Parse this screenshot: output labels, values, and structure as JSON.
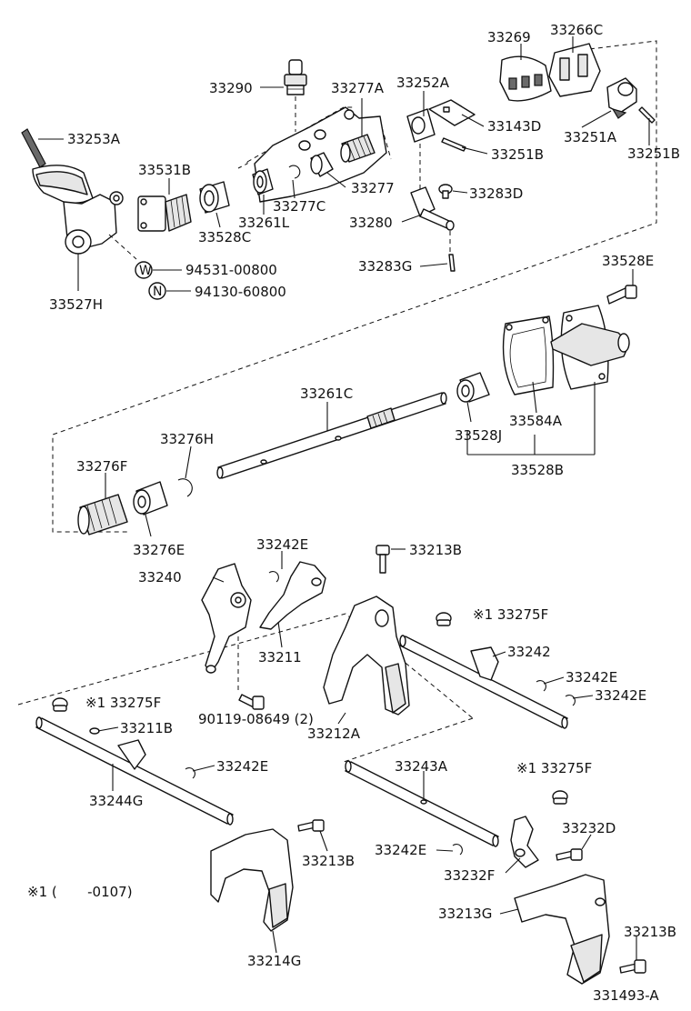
{
  "labels": {
    "l33269": "33269",
    "l33266C": "33266C",
    "l33290": "33290",
    "l33277A": "33277A",
    "l33252A": "33252A",
    "l33143D": "33143D",
    "l33251A": "33251A",
    "l33251B_top": "33251B",
    "l33251B_mid": "33251B",
    "l33253A": "33253A",
    "l33531B": "33531B",
    "l33277": "33277",
    "l33283D": "33283D",
    "l33277C": "33277C",
    "l33261L": "33261L",
    "l33280": "33280",
    "l33528C": "33528C",
    "l94531": "94531-00800",
    "l94130": "94130-60800",
    "l33283G": "33283G",
    "l33528E": "33528E",
    "l33527H": "33527H",
    "l33261C": "33261C",
    "l33584A": "33584A",
    "l33528J": "33528J",
    "l33276H": "33276H",
    "l33528B": "33528B",
    "l33276F": "33276F",
    "l33276E": "33276E",
    "l33242E_1": "33242E",
    "l33213B_1": "33213B",
    "l33240": "33240",
    "l33275F_1": "※1 33275F",
    "l33211": "33211",
    "l33242": "33242",
    "l33242E_2": "33242E",
    "l33242E_3": "33242E",
    "l33275F_2": "※1 33275F",
    "l90119": "90119-08649 (2)",
    "l33211B": "33211B",
    "l33212A": "33212A",
    "l33242E_4": "33242E",
    "l33243A": "33243A",
    "l33275F_3": "※1 33275F",
    "l33244G": "33244G",
    "l33232D": "33232D",
    "l33213B_2": "33213B",
    "l33242E_5": "33242E",
    "l33232F": "33232F",
    "l33213G": "33213G",
    "l33213B_3": "33213B",
    "l33214G": "33214G",
    "note": "※1 (       -0107)",
    "code": "331493-A",
    "symW": "W",
    "symN": "N"
  }
}
